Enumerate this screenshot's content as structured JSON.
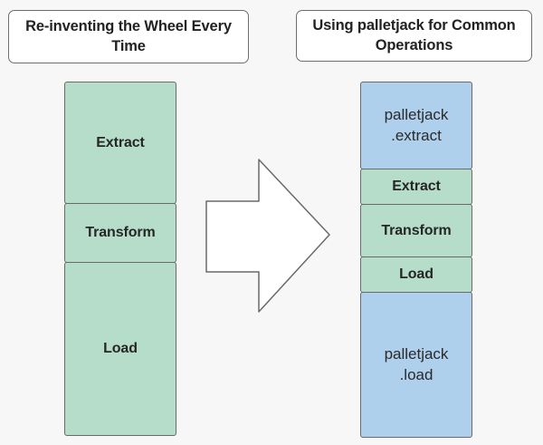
{
  "diagram": {
    "background_color": "#f7f7f7",
    "green_color": "#b6ddca",
    "blue_color": "#afd0ec",
    "border_color": "#6a6a6a",
    "text_color": "#262626"
  },
  "left_panel": {
    "title": "Re-inventing the Wheel\nEvery Time",
    "blocks": [
      {
        "label": "Extract",
        "color": "#b6ddca",
        "style": "green"
      },
      {
        "label": "Transform",
        "color": "#b6ddca",
        "style": "green"
      },
      {
        "label": "Load",
        "color": "#b6ddca",
        "style": "green"
      }
    ]
  },
  "right_panel": {
    "title": "Using palletjack for\nCommon Operations",
    "blocks": [
      {
        "label": "palletjack\n.extract",
        "color": "#afd0ec",
        "style": "blue"
      },
      {
        "label": "Extract",
        "color": "#b6ddca",
        "style": "green"
      },
      {
        "label": "Transform",
        "color": "#b6ddca",
        "style": "green"
      },
      {
        "label": "Load",
        "color": "#b6ddca",
        "style": "green"
      },
      {
        "label": "palletjack\n.load",
        "color": "#afd0ec",
        "style": "blue"
      }
    ]
  },
  "arrow": {
    "name": "right-arrow-icon",
    "direction": "right",
    "fill": "#ffffff",
    "stroke": "#6a6a6a"
  }
}
